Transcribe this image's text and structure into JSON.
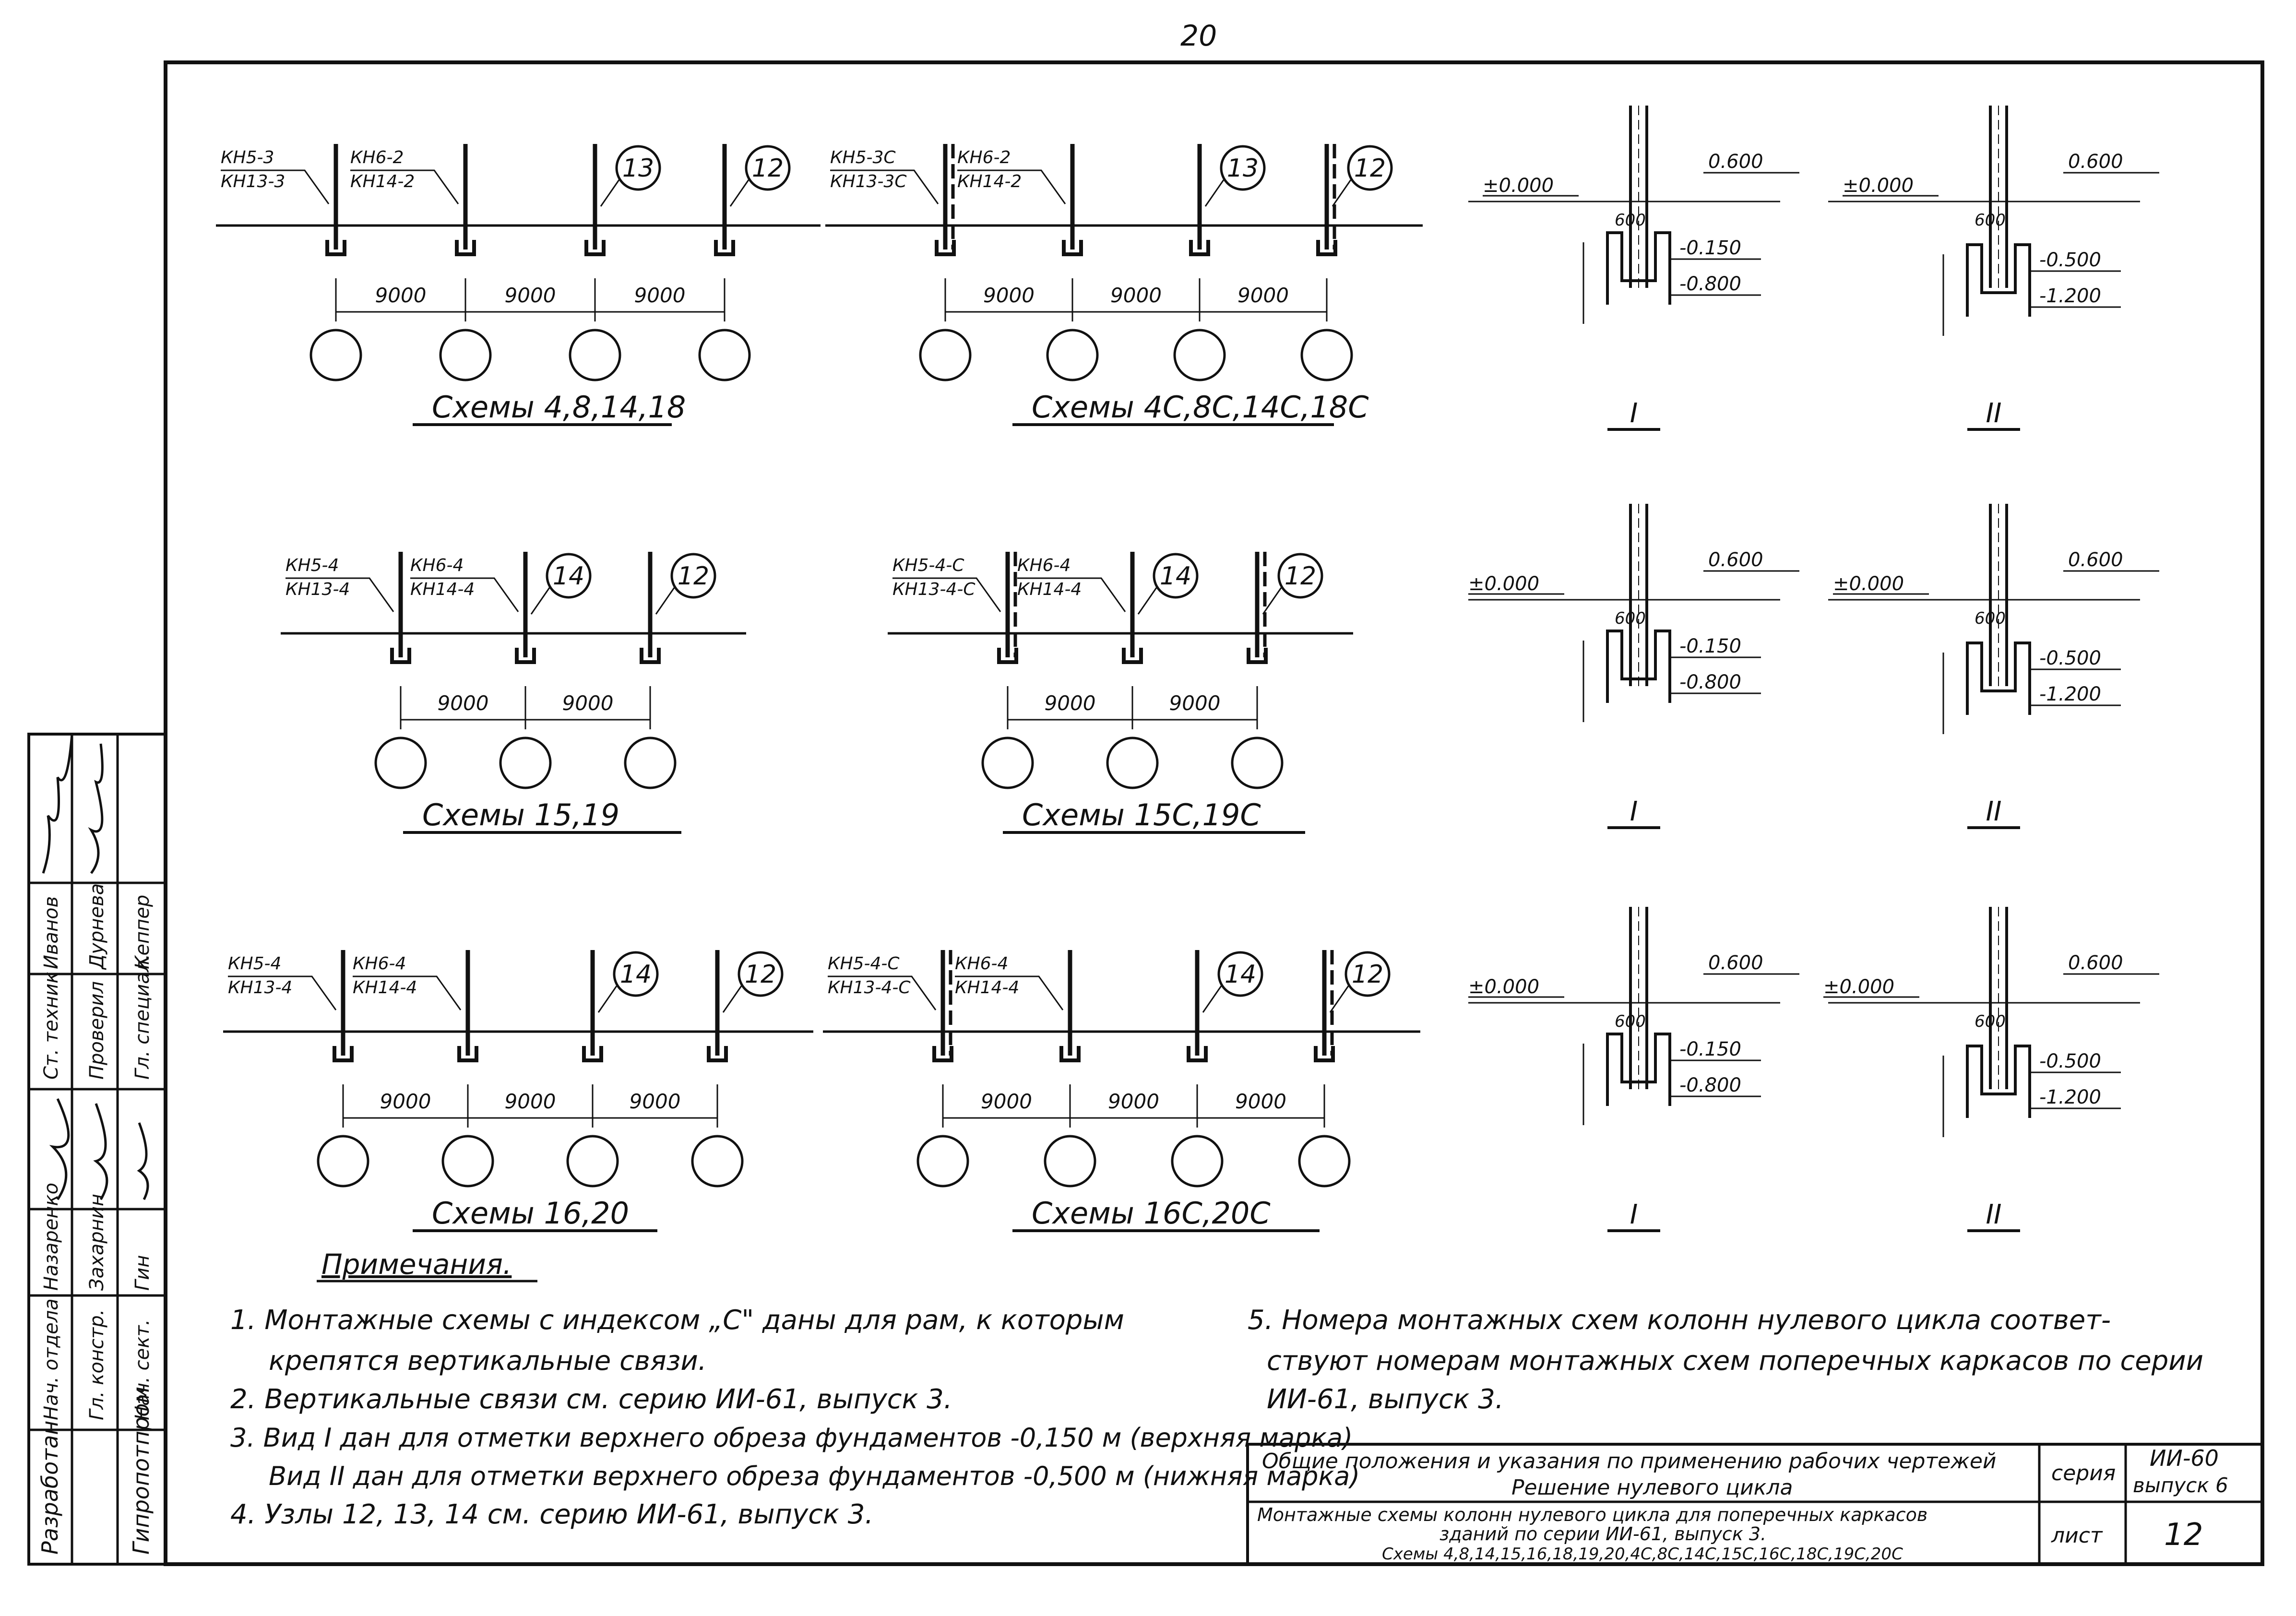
{
  "page_number": "20",
  "schemes": [
    {
      "caption": "Схемы 4,8,14,18",
      "labels": [
        {
          "top": "КН5-3",
          "bottom": "КН13-3"
        },
        {
          "top": "КН6-2",
          "bottom": "КН14-2"
        }
      ],
      "nodes": [
        "13",
        "12"
      ],
      "spans": [
        "9000",
        "9000",
        "9000"
      ]
    },
    {
      "caption": "Схемы 4С,8С,14С,18С",
      "labels": [
        {
          "top": "КН5-3С",
          "bottom": "КН13-3С"
        },
        {
          "top": "КН6-2",
          "bottom": "КН14-2"
        }
      ],
      "nodes": [
        "13",
        "12"
      ],
      "spans": [
        "9000",
        "9000",
        "9000"
      ]
    },
    {
      "caption": "Схемы 15,19",
      "labels": [
        {
          "top": "КН5-4",
          "bottom": "КН13-4"
        },
        {
          "top": "КН6-4",
          "bottom": "КН14-4"
        }
      ],
      "nodes": [
        "14",
        "12"
      ],
      "spans": [
        "9000",
        "9000"
      ]
    },
    {
      "caption": "Схемы 15С,19С",
      "labels": [
        {
          "top": "КН5-4-С",
          "bottom": "КН13-4-С"
        },
        {
          "top": "КН6-4",
          "bottom": "КН14-4"
        }
      ],
      "nodes": [
        "14",
        "12"
      ],
      "spans": [
        "9000",
        "9000"
      ]
    },
    {
      "caption": "Схемы 16,20",
      "labels": [
        {
          "top": "КН5-4",
          "bottom": "КН13-4"
        },
        {
          "top": "КН6-4",
          "bottom": "КН14-4"
        }
      ],
      "nodes": [
        "14",
        "12"
      ],
      "spans": [
        "9000",
        "9000",
        "9000"
      ]
    },
    {
      "caption": "Схемы 16С,20С",
      "labels": [
        {
          "top": "КН5-4-С",
          "bottom": "КН13-4-С"
        },
        {
          "top": "КН6-4",
          "bottom": "КН14-4"
        }
      ],
      "nodes": [
        "14",
        "12"
      ],
      "spans": [
        "9000",
        "9000",
        "9000"
      ]
    }
  ],
  "views": [
    {
      "roman": "I",
      "zero": "±0.000",
      "dim": "600",
      "top": "0.600",
      "mid": "-0.150",
      "low": "-0.800"
    },
    {
      "roman": "II",
      "zero": "±0.000",
      "dim": "600",
      "top": "0.600",
      "mid": "-0.500",
      "low": "-1.200"
    }
  ],
  "notes_title": "Примечания.",
  "notes": [
    "1. Монтажные схемы с индексом „С\" даны для рам, к которым",
    "крепятся вертикальные связи.",
    "2. Вертикальные связи см. серию ИИ-61, выпуск 3.",
    "3. Вид I дан для отметки верхнего обреза фундаментов -0,150 м (верхняя марка)",
    "Вид II дан для отметки верхнего обреза фундаментов -0,500 м (нижняя марка)",
    "4. Узлы 12, 13, 14 см. серию ИИ-61, выпуск 3."
  ],
  "note5": [
    "5. Номера монтажных схем колонн нулевого цикла соответ-",
    "ствуют номерам монтажных схем поперечных каркасов по серии",
    "ИИ-61, выпуск 3."
  ],
  "title_block": {
    "title1": "Общие положения и указания по применению рабочих чертежей",
    "title2": "Решение нулевого цикла",
    "desc1": "Монтажные схемы колонн нулевого цикла для поперечных каркасов",
    "desc2": "зданий по серии ИИ-61, выпуск 3.",
    "desc3": "Схемы 4,8,14,15,16,18,19,20,4С,8С,14С,15С,16С,18С,19С,20С",
    "series_label": "серия",
    "series_value": "ИИ-60",
    "issue": "выпуск 6",
    "sheet_label": "лист",
    "sheet_value": "12"
  },
  "stamp": {
    "org1": "Разработан",
    "org2": "Гипропотпром",
    "rows": [
      {
        "role": "Нач. отдела",
        "name": "Назаренко"
      },
      {
        "role": "Гл. констр.",
        "name": "Захарнин"
      },
      {
        "role": "Ст. техник",
        "name": "Иванов"
      },
      {
        "role": "Нач. сект.",
        "name": "Гин"
      },
      {
        "role": "Гл. специал.",
        "name": "Кеппер"
      },
      {
        "role": "Проверил",
        "name": "Дурнева"
      }
    ]
  }
}
